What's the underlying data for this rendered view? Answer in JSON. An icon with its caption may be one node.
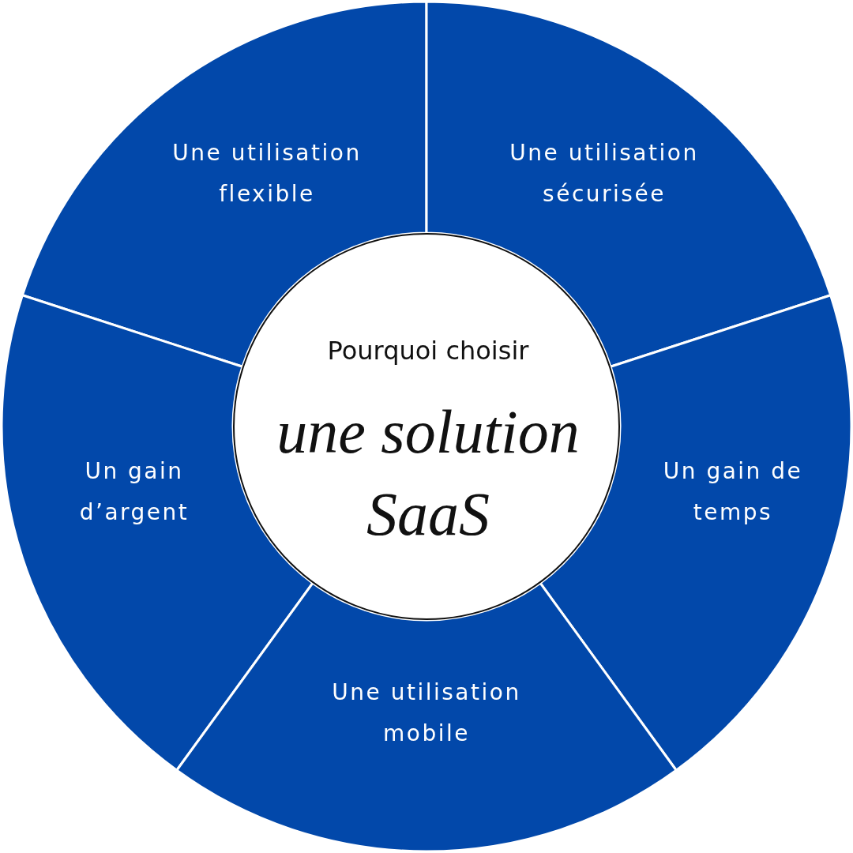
{
  "diagram": {
    "nodes": [
      {
        "text": [
          "Une utilisation flexible"
        ]
      },
      {
        "text": [
          "Une utilisation sécurisée"
        ]
      },
      {
        "text": [
          "Pourquoi choisir",
          "une solution SaaS"
        ]
      },
      {
        "text": [
          "Un gain d’argent"
        ]
      },
      {
        "text": [
          "Un gain de temps"
        ]
      },
      {
        "text": [
          "Une utilisation mobile"
        ]
      }
    ]
  }
}
